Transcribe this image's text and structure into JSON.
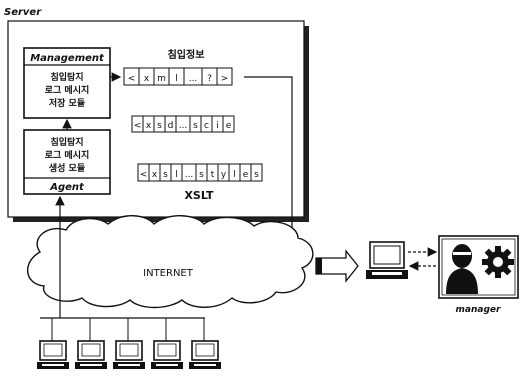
{
  "server": {
    "label": "Server"
  },
  "management": {
    "title": "Management",
    "module_lines": [
      "침입탐지",
      "로그 메시지",
      "저장 모듈"
    ]
  },
  "agent": {
    "title": "Agent",
    "module_lines": [
      "침입탐지",
      "로그 메시지",
      "생성 모듈"
    ]
  },
  "intrusion_info": {
    "label": "침입정보",
    "xml_cells": [
      "<",
      "x",
      "m",
      "l",
      "...",
      "?",
      ">"
    ]
  },
  "xsd_cells": [
    "<",
    "x",
    "s",
    "d",
    "...",
    "s",
    "c",
    "i",
    "e"
  ],
  "xslt": {
    "cells": [
      "<",
      "x",
      "s",
      "l",
      "...",
      "s",
      "t",
      "y",
      "l",
      "e",
      "s"
    ],
    "label": "XSLT"
  },
  "internet": {
    "label": "INTERNET"
  },
  "manager": {
    "label": "manager"
  },
  "clients": {
    "count": 5
  }
}
